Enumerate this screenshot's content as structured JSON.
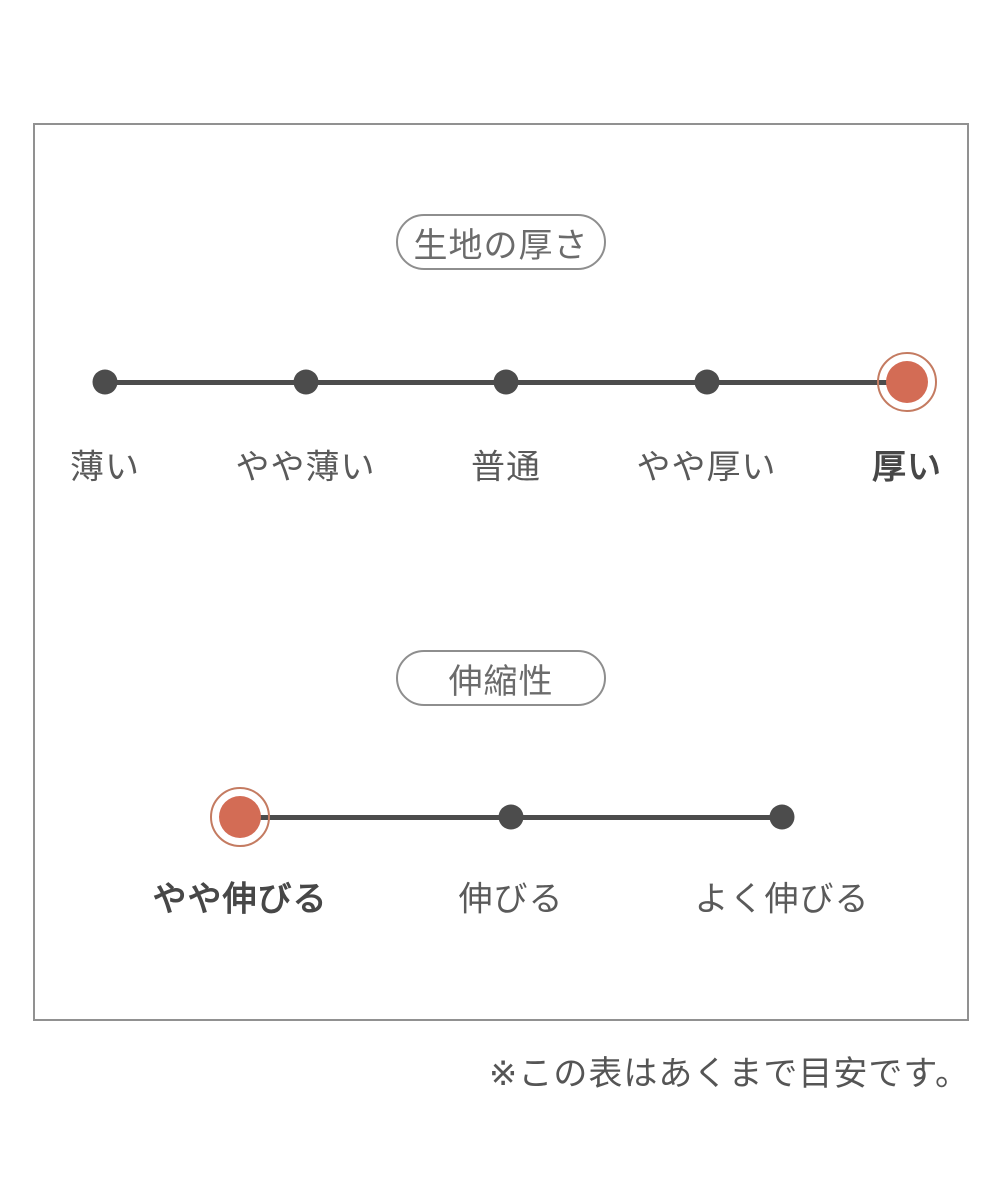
{
  "note": "※この表はあくまで目安です。",
  "colors": {
    "accent": "#d36c55",
    "accent_ring": "#c47b61",
    "dot": "#4c4c4c",
    "line": "#4c4c4c",
    "label": "#5a5a5a",
    "label_selected": "#474747",
    "pill_border": "#8e8e8e",
    "pill_text": "#6b6b6b",
    "box_border": "#919191",
    "note_text": "#555555",
    "background": "#ffffff"
  },
  "chart_data": [
    {
      "type": "scale",
      "title": "生地の厚さ",
      "categories": [
        "薄い",
        "やや薄い",
        "普通",
        "やや厚い",
        "厚い"
      ],
      "levels": 5,
      "selected_index": 4,
      "selected_label": "厚い",
      "legend_position": "none",
      "grid": false
    },
    {
      "type": "scale",
      "title": "伸縮性",
      "categories": [
        "やや伸びる",
        "伸びる",
        "よく伸びる"
      ],
      "levels": 3,
      "selected_index": 0,
      "selected_label": "やや伸びる",
      "legend_position": "none",
      "grid": false
    }
  ]
}
